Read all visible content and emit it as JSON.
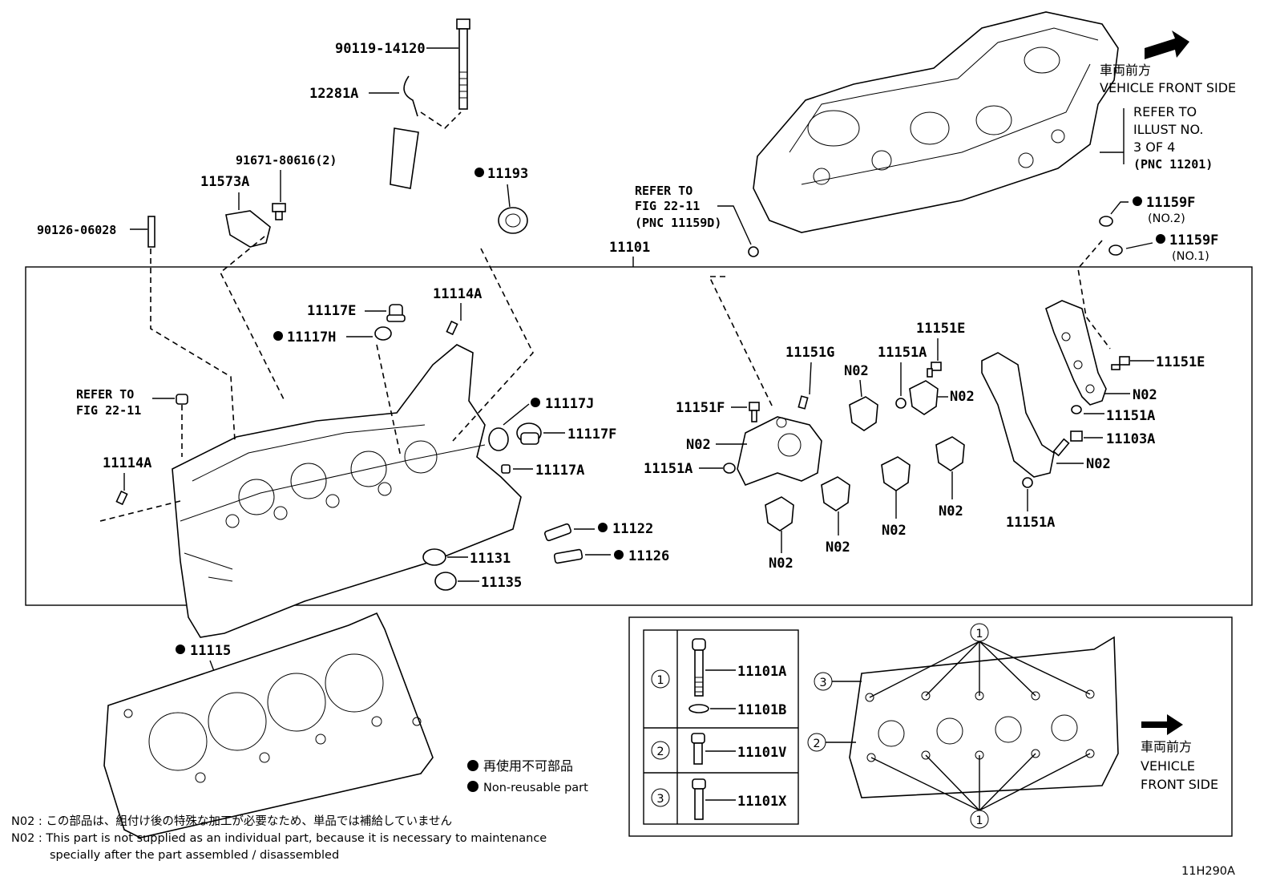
{
  "labels": {
    "p90119": "90119-14120",
    "p12281a": "12281A",
    "p91671": "91671-80616(2)",
    "p11573a": "11573A",
    "p90126": "90126-06028",
    "p11193": "11193",
    "refer_fig_1": "REFER TO",
    "refer_fig_2": "FIG 22-11",
    "refer_fig_3": "(PNC 11159D)",
    "p11101": "11101",
    "front_jp": "車両前方",
    "front_en": "VEHICLE FRONT SIDE",
    "refer_illust_1": "REFER TO",
    "refer_illust_2": "ILLUST NO.",
    "refer_illust_3": "3 OF 4",
    "refer_illust_4": "(PNC 11201)",
    "p11159f_no2": "11159F",
    "no2": "(NO.2)",
    "p11159f_no1": "11159F",
    "no1": "(NO.1)",
    "p11117e": "11117E",
    "p11114a_top": "11114A",
    "p11117h": "11117H",
    "refer_left_1": "REFER TO",
    "refer_left_2": "FIG 22-11",
    "p11114a_left": "11114A",
    "p11117j": "11117J",
    "p11117f": "11117F",
    "p11117a": "11117A",
    "p11122": "11122",
    "p11126": "11126",
    "p11131": "11131",
    "p11135": "11135",
    "p11151g": "11151G",
    "p11151f": "11151F",
    "n02_a": "N02",
    "p11151a_a": "11151A",
    "n02_b": "N02",
    "p11151a_b": "11151A",
    "p11151e_a": "11151E",
    "n02_c": "N02",
    "n02_d": "N02",
    "n02_e": "N02",
    "n02_f": "N02",
    "n02_g": "N02",
    "p11151e_b": "11151E",
    "n02_h": "N02",
    "p11151a_c": "11151A",
    "p11103a": "11103A",
    "n02_i": "N02",
    "p11151a_d": "11151A",
    "p11115": "11115",
    "legend_jp": "再使用不可部品",
    "legend_en": "Non-reusable part",
    "note_jp": "N02 : この部品は、組付け後の特殊な加工が必要なため、単品では補給していません",
    "note_en_1": "N02 : This part is not supplied as an individual part, because it is necessary to maintenance",
    "note_en_2": "specially after the part assembled / disassembled",
    "p11101a": "11101A",
    "p11101b": "11101B",
    "p11101v": "11101V",
    "p11101x": "11101X",
    "c1": "1",
    "c2": "2",
    "c3": "3",
    "inset_front_jp": "車両前方",
    "inset_front_en_1": "VEHICLE",
    "inset_front_en_2": "FRONT SIDE",
    "diagram_id": "11H290A"
  }
}
